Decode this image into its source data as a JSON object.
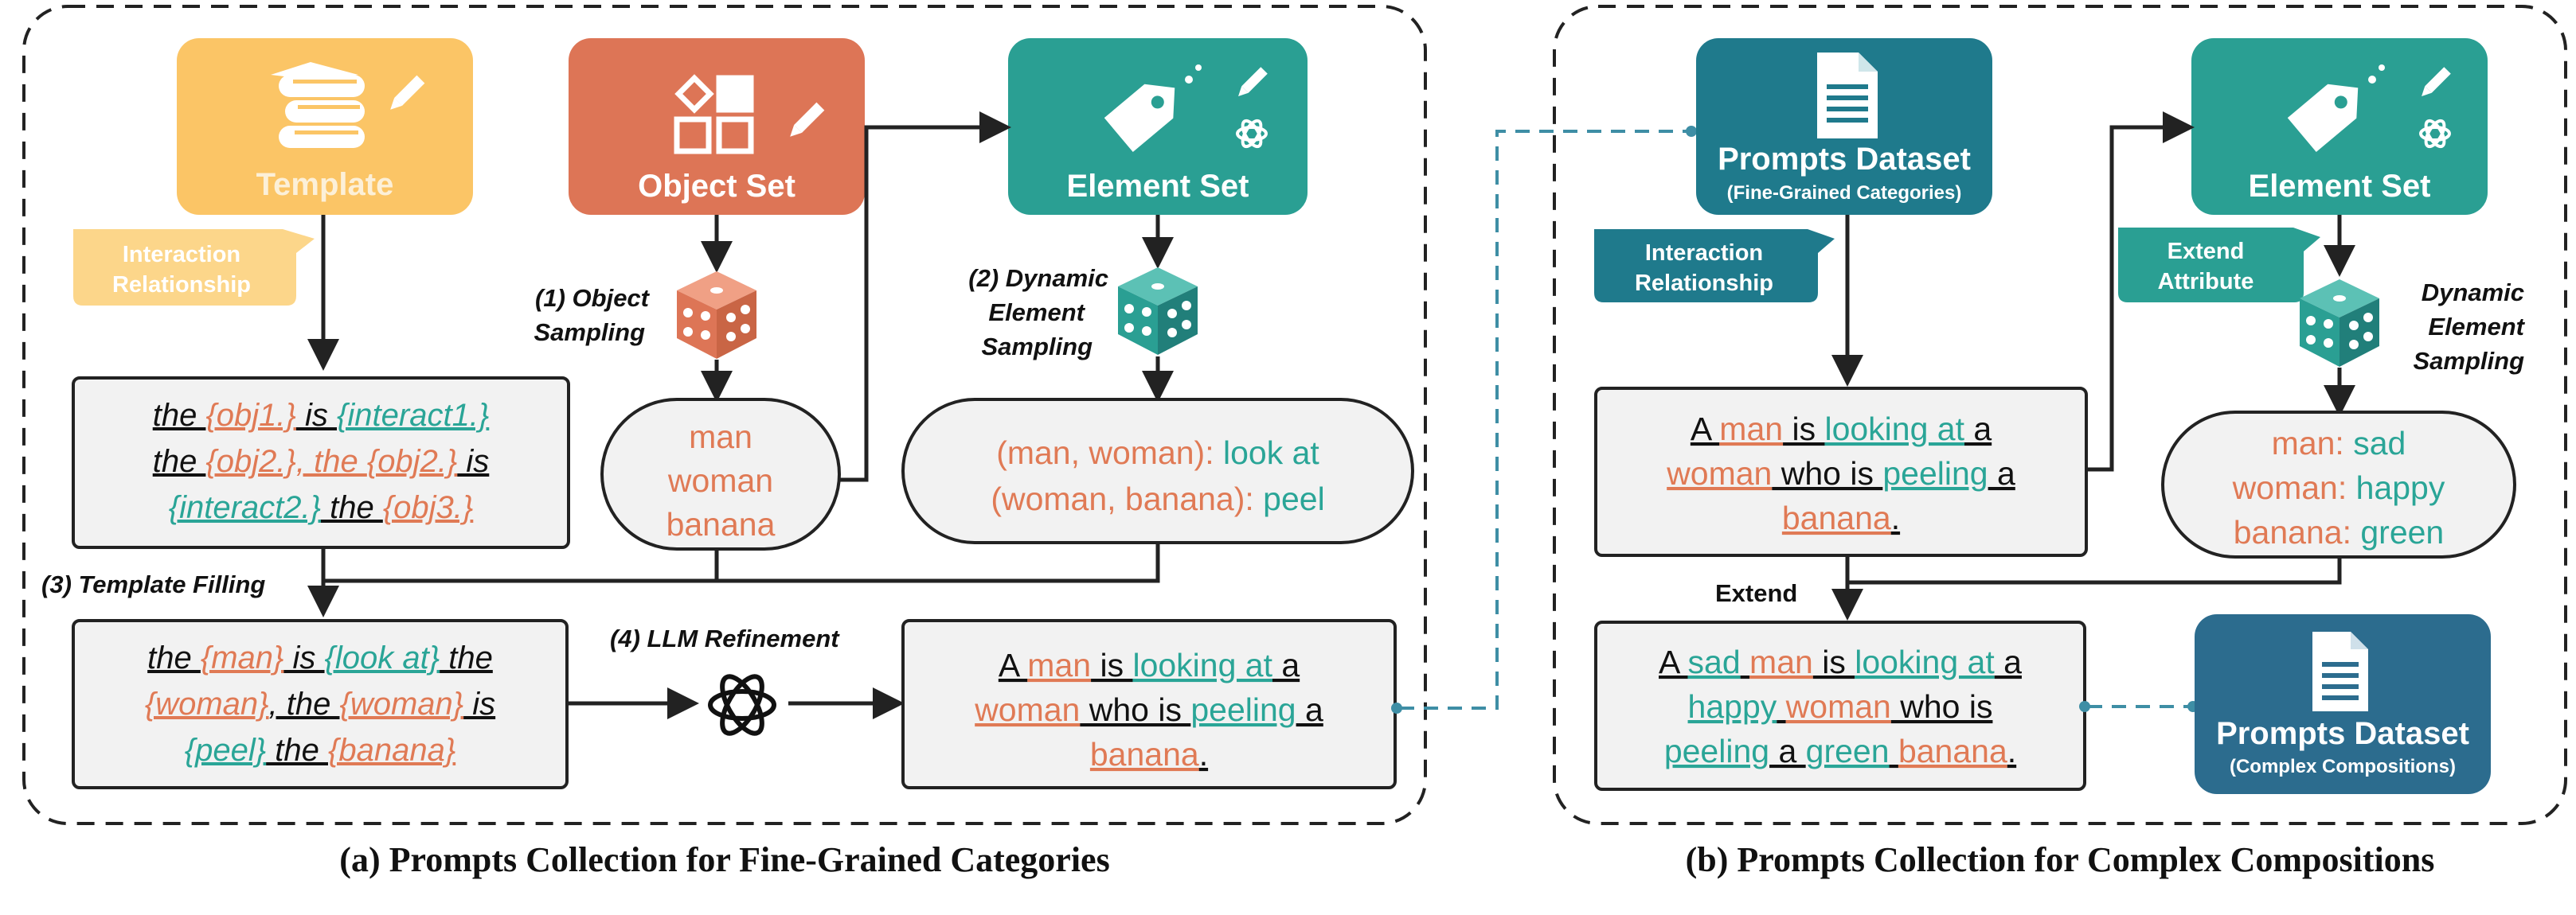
{
  "colors": {
    "template": "#fbc566",
    "template_light": "#fcd68a",
    "object": "#dd7556",
    "element": "#2a9f93",
    "element_dark": "#217f7a",
    "dataset_a": "#1f7a8c",
    "dataset_b": "#2c6c8e",
    "orange_text": "#e07a55",
    "teal_text": "#2aa597",
    "box_fill": "#f2f2f2",
    "dashed_link": "#3e8ea5"
  },
  "panel_a": {
    "caption": "(a) Prompts Collection for Fine-Grained Categories",
    "template_label": "Template",
    "object_set_label": "Object Set",
    "element_set_label": "Element Set",
    "interaction_tag": [
      "Interaction",
      "Relationship"
    ],
    "step1": [
      "(1) Object",
      "Sampling"
    ],
    "step2": [
      "(2) Dynamic",
      "Element",
      "Sampling"
    ],
    "step3": "(3) Template Filling",
    "step4": "(4) LLM Refinement",
    "template_lines": [
      [
        {
          "t": "the ",
          "c": "k",
          "u": 1
        },
        {
          "t": "{obj1.}",
          "c": "o",
          "u": 1
        },
        {
          "t": " is ",
          "c": "k",
          "u": 1
        },
        {
          "t": "{interact1.}",
          "c": "g",
          "u": 1
        }
      ],
      [
        {
          "t": "the ",
          "c": "k",
          "u": 1
        },
        {
          "t": "{obj2.}, the ",
          "c": "o",
          "u": 1
        },
        {
          "t": "{obj2.}",
          "c": "o",
          "u": 1
        },
        {
          "t": " is",
          "c": "k",
          "u": 1
        }
      ],
      [
        {
          "t": "{interact2.}",
          "c": "g",
          "u": 1
        },
        {
          "t": " the ",
          "c": "k",
          "u": 1
        },
        {
          "t": "{obj3.}",
          "c": "o",
          "u": 1
        }
      ]
    ],
    "objects": [
      "man",
      "woman",
      "banana"
    ],
    "elements": [
      [
        {
          "t": "(man, woman): ",
          "c": "o"
        },
        {
          "t": "look at",
          "c": "g"
        }
      ],
      [
        {
          "t": "(woman, banana): ",
          "c": "o"
        },
        {
          "t": "peel",
          "c": "g"
        }
      ]
    ],
    "filled_lines": [
      [
        {
          "t": "the ",
          "c": "k",
          "u": 1
        },
        {
          "t": "{man}",
          "c": "o",
          "u": 1
        },
        {
          "t": " is ",
          "c": "k",
          "u": 1
        },
        {
          "t": "{look at}",
          "c": "g",
          "u": 1
        },
        {
          "t": " the",
          "c": "k",
          "u": 1
        }
      ],
      [
        {
          "t": "{woman}",
          "c": "o",
          "u": 1
        },
        {
          "t": ", the ",
          "c": "k",
          "u": 1
        },
        {
          "t": "{woman}",
          "c": "o",
          "u": 1
        },
        {
          "t": " is",
          "c": "k",
          "u": 1
        }
      ],
      [
        {
          "t": "{peel}",
          "c": "g",
          "u": 1
        },
        {
          "t": " the ",
          "c": "k",
          "u": 1
        },
        {
          "t": "{banana}",
          "c": "o",
          "u": 1
        }
      ]
    ],
    "refined_lines": [
      [
        {
          "t": "A ",
          "c": "k",
          "u": 1
        },
        {
          "t": "man",
          "c": "o",
          "u": 1
        },
        {
          "t": " is ",
          "c": "k",
          "u": 1
        },
        {
          "t": "looking at",
          "c": "g",
          "u": 1
        },
        {
          "t": " a",
          "c": "k",
          "u": 1
        }
      ],
      [
        {
          "t": "woman",
          "c": "o",
          "u": 1
        },
        {
          "t": " who is ",
          "c": "k",
          "u": 1
        },
        {
          "t": "peeling",
          "c": "g",
          "u": 1
        },
        {
          "t": " a",
          "c": "k",
          "u": 1
        }
      ],
      [
        {
          "t": "banana",
          "c": "o",
          "u": 1
        },
        {
          "t": ".",
          "c": "k",
          "u": 1
        }
      ]
    ]
  },
  "panel_b": {
    "caption": "(b) Prompts Collection for Complex Compositions",
    "dataset_label": "Prompts Dataset",
    "dataset_sub": "(Fine-Grained Categories)",
    "element_set_label": "Element Set",
    "interaction_tag": [
      "Interaction",
      "Relationship"
    ],
    "extend_tag": [
      "Extend",
      "Attribute"
    ],
    "dynamic": [
      "Dynamic",
      "Element",
      "Sampling"
    ],
    "extend_label": "Extend",
    "source_lines": [
      [
        {
          "t": "A ",
          "c": "k",
          "u": 1
        },
        {
          "t": "man",
          "c": "o",
          "u": 1
        },
        {
          "t": " is ",
          "c": "k",
          "u": 1
        },
        {
          "t": "looking at",
          "c": "g",
          "u": 1
        },
        {
          "t": " a",
          "c": "k",
          "u": 1
        }
      ],
      [
        {
          "t": "woman",
          "c": "o",
          "u": 1
        },
        {
          "t": " who is ",
          "c": "k",
          "u": 1
        },
        {
          "t": "peeling",
          "c": "g",
          "u": 1
        },
        {
          "t": " a",
          "c": "k",
          "u": 1
        }
      ],
      [
        {
          "t": "banana",
          "c": "o",
          "u": 1
        },
        {
          "t": ".",
          "c": "k",
          "u": 1
        }
      ]
    ],
    "attributes": [
      [
        {
          "t": "man: ",
          "c": "o"
        },
        {
          "t": "sad",
          "c": "g"
        }
      ],
      [
        {
          "t": "woman: ",
          "c": "o"
        },
        {
          "t": "happy",
          "c": "g"
        }
      ],
      [
        {
          "t": "banana: ",
          "c": "o"
        },
        {
          "t": "green",
          "c": "g"
        }
      ]
    ],
    "composed_lines": [
      [
        {
          "t": "A ",
          "c": "k",
          "u": 1
        },
        {
          "t": "sad",
          "c": "g",
          "u": 1
        },
        {
          "t": " ",
          "c": "k",
          "u": 1
        },
        {
          "t": "man",
          "c": "o",
          "u": 1
        },
        {
          "t": " is ",
          "c": "k",
          "u": 1
        },
        {
          "t": "looking at",
          "c": "g",
          "u": 1
        },
        {
          "t": " a",
          "c": "k",
          "u": 1
        }
      ],
      [
        {
          "t": "happy",
          "c": "g",
          "u": 1
        },
        {
          "t": " ",
          "c": "k",
          "u": 1
        },
        {
          "t": "woman",
          "c": "o",
          "u": 1
        },
        {
          "t": " who is",
          "c": "k",
          "u": 1
        }
      ],
      [
        {
          "t": "peeling",
          "c": "g",
          "u": 1
        },
        {
          "t": " a ",
          "c": "k",
          "u": 1
        },
        {
          "t": "green",
          "c": "g",
          "u": 1
        },
        {
          "t": " ",
          "c": "k",
          "u": 1
        },
        {
          "t": "banana",
          "c": "o",
          "u": 1
        },
        {
          "t": ".",
          "c": "k",
          "u": 1
        }
      ]
    ],
    "output_label": "Prompts Dataset",
    "output_sub": "(Complex Compositions)"
  }
}
